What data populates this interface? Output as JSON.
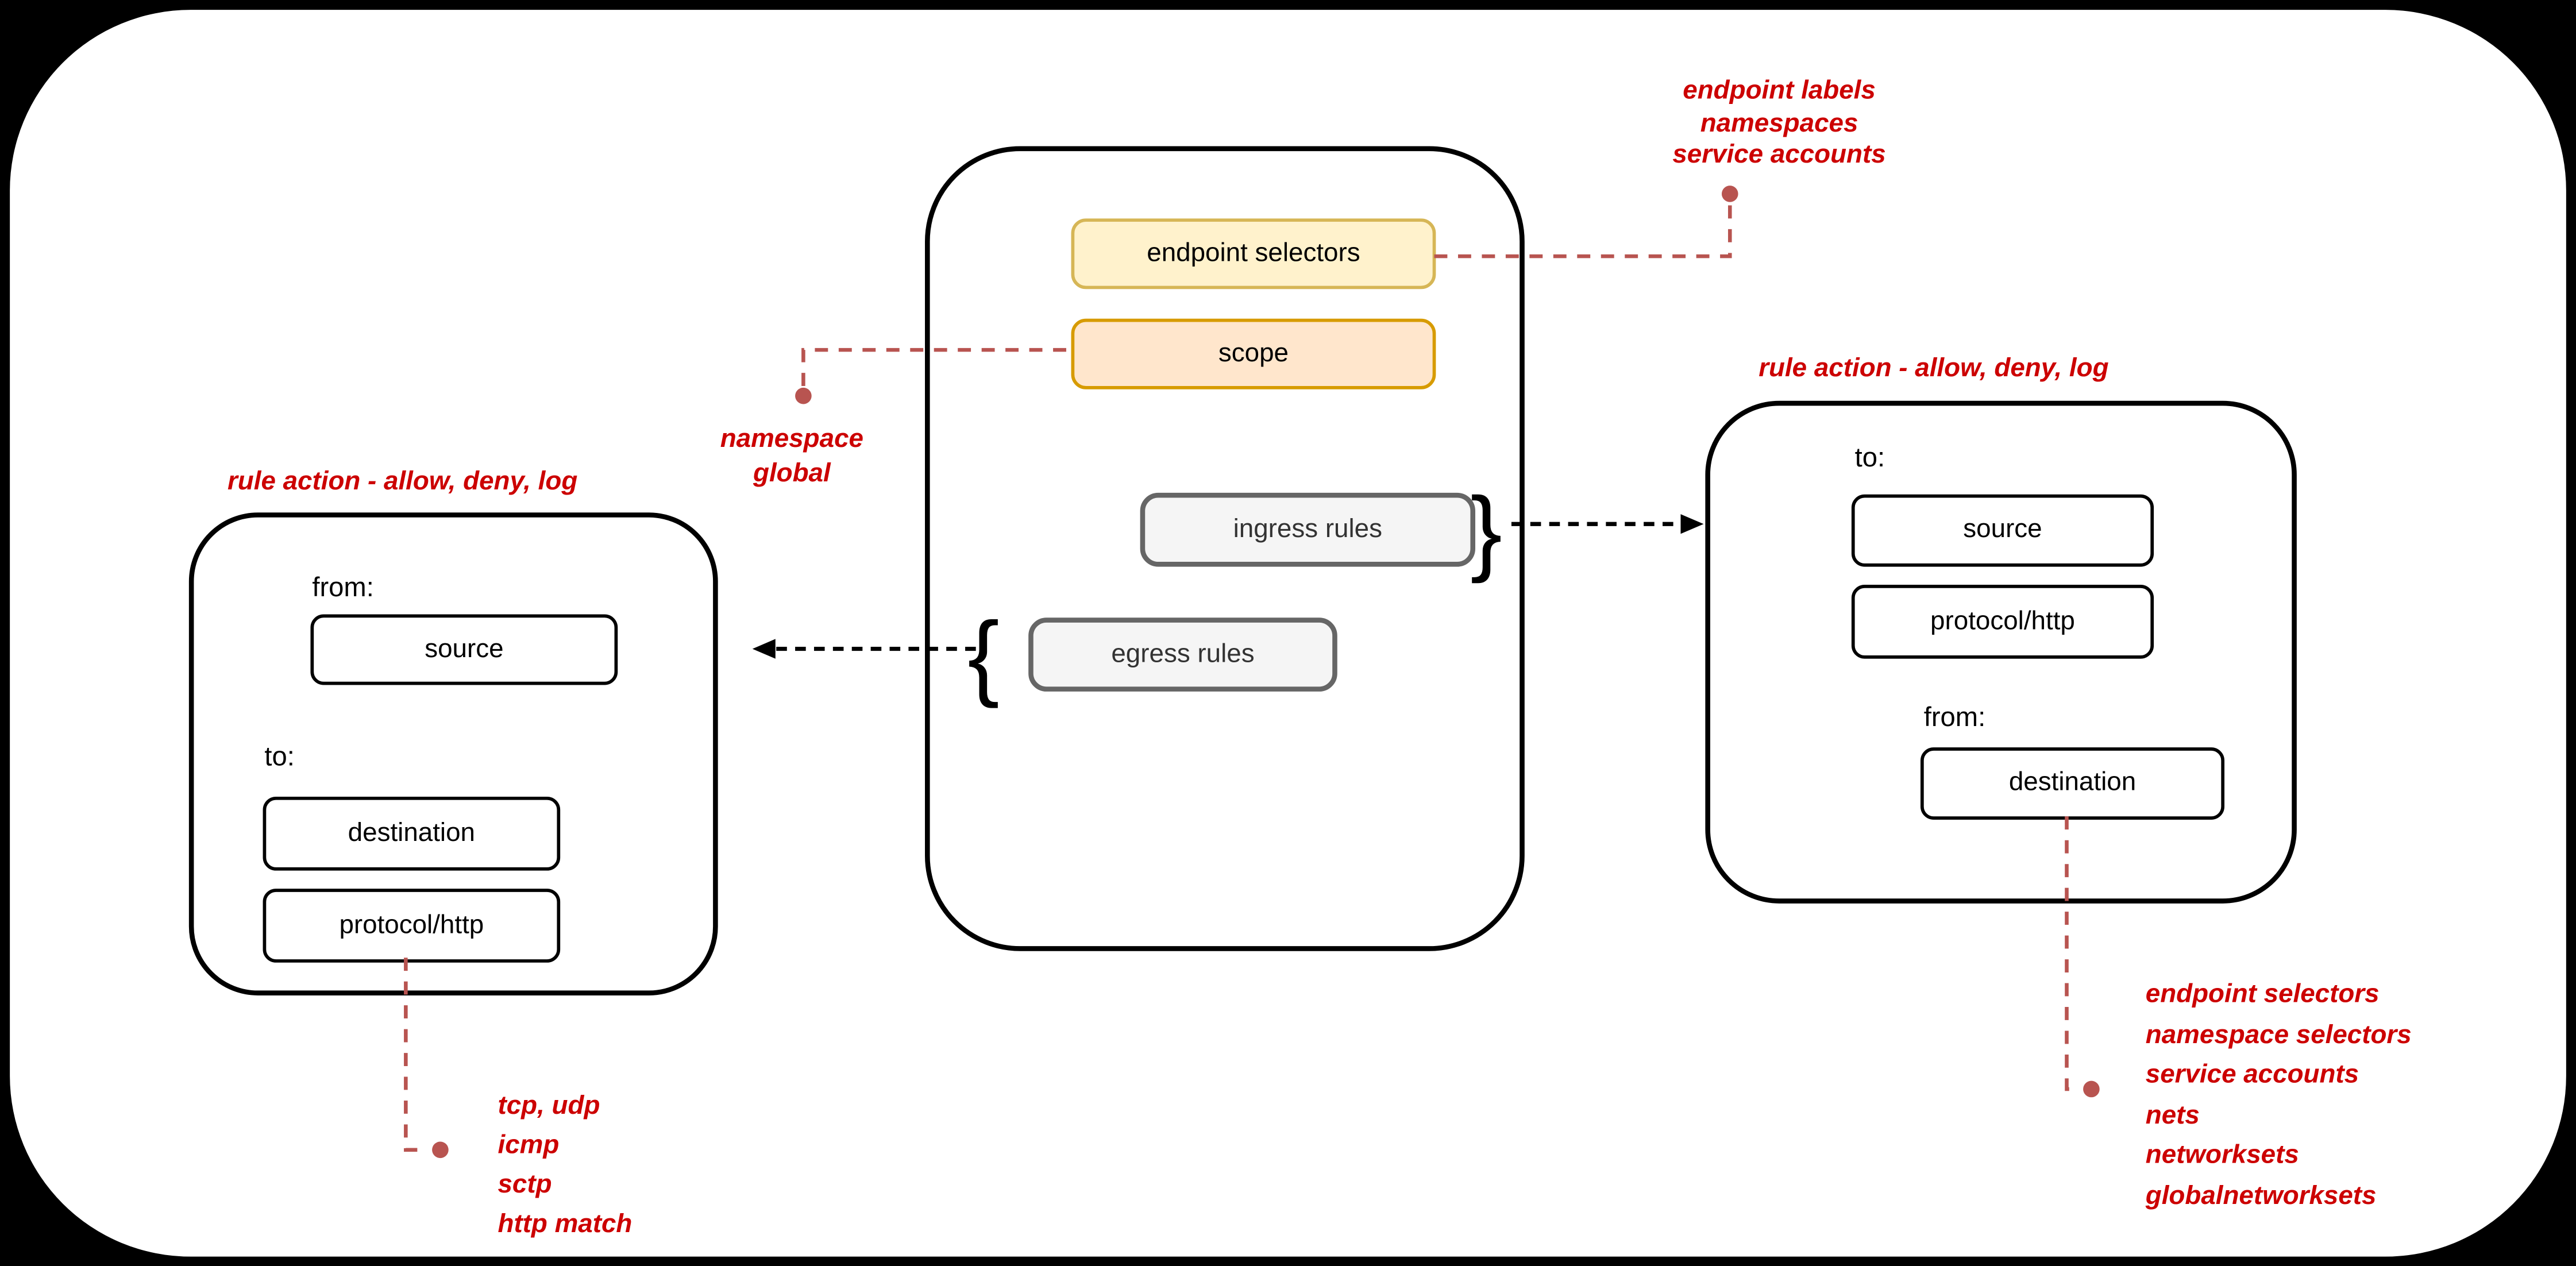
{
  "colors": {
    "page_background": "#000000",
    "canvas_background": "#ffffff",
    "annotation_red": "#cc0000",
    "connector_red": "#b85450",
    "endpoint_selectors_fill": "#fff2cc",
    "endpoint_selectors_border": "#d6b656",
    "scope_fill": "#ffe6cc",
    "scope_border": "#d79b00",
    "rules_fill": "#f5f5f5",
    "rules_border": "#666666",
    "box_border": "#000000"
  },
  "policy_box": {
    "endpoint_selectors": "endpoint selectors",
    "scope": "scope",
    "ingress_rules": "ingress rules",
    "egress_rules": "egress rules"
  },
  "brackets": {
    "ingress": "}",
    "egress": "{"
  },
  "notes": {
    "endpoint_selectors": {
      "lines": [
        "endpoint labels",
        "namespaces",
        "service accounts"
      ]
    },
    "scope": {
      "lines": [
        "namespace",
        "global"
      ]
    },
    "egress_header": "rule action - allow, deny, log",
    "ingress_header": "rule action - allow, deny, log",
    "protocol": {
      "lines": [
        "tcp, udp",
        "icmp",
        "sctp",
        "http match"
      ]
    },
    "destination": {
      "lines": [
        "endpoint selectors",
        "namespace selectors",
        "service accounts",
        "nets",
        "networksets",
        "globalnetworksets"
      ]
    }
  },
  "egress_detail": {
    "from_label": "from:",
    "source": "source",
    "to_label": "to:",
    "destination": "destination",
    "protocol": "protocol/http"
  },
  "ingress_detail": {
    "to_label": "to:",
    "source": "source",
    "protocol": "protocol/http",
    "from_label": "from:",
    "destination": "destination"
  }
}
